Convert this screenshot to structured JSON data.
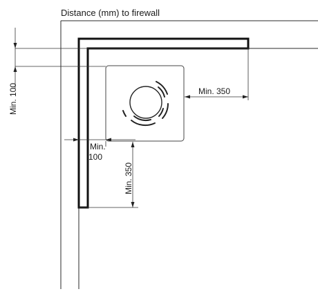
{
  "diagram": {
    "title": "Distance (mm) to firewall",
    "labels": {
      "left_clearance": "Min. 100",
      "front_side_clearance": "Min. 350",
      "corner_gap_line1": "Min.",
      "corner_gap_line2": "100",
      "front_clearance": "Min. 350"
    },
    "icons": {
      "stove": "stove-top-view-icon"
    }
  }
}
